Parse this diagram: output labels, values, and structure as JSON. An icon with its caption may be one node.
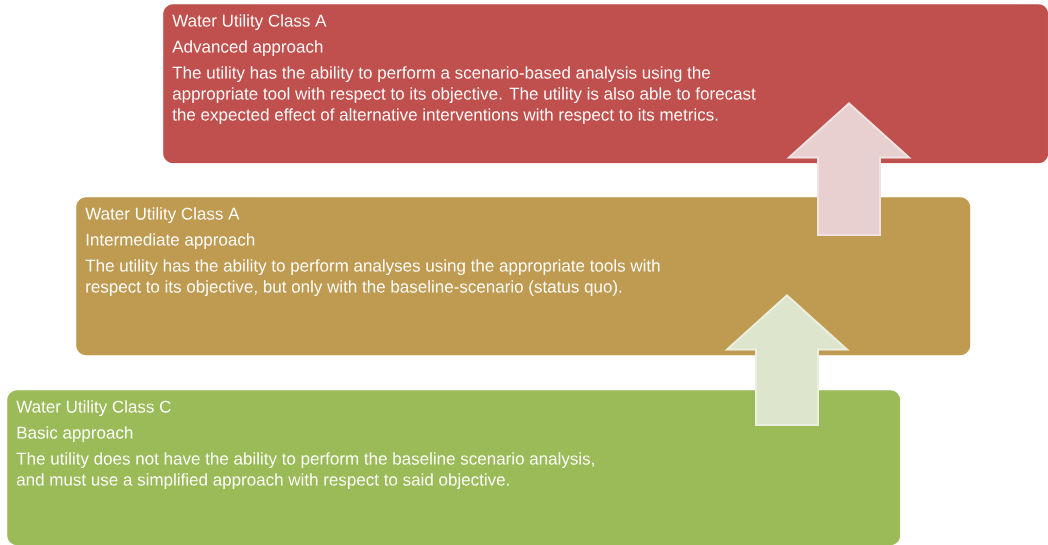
{
  "diagram": {
    "nodes": [
      {
        "text": [
          "Water Utility Class A",
          "Advanced approach",
          "The utility has the ability to perform a scenario-based analysis using the appropriate tool with respect to its objective. The utility is also able to forecast the expected effect of alternative interventions with respect to its metrics."
        ]
      },
      {
        "text": [
          "Water Utility Class A",
          "Intermediate approach",
          "The utility has the ability to perform analyses using the appropriate tools with respect to its objective, but only with the baseline-scenario (status quo)."
        ]
      },
      {
        "text": [
          "Water Utility Class C",
          "Basic approach",
          "The utility does not have the ability to perform the baseline scenario analysis, and must use a simplified approach with respect to said objective."
        ]
      }
    ],
    "edges": [
      {
        "from": 2,
        "to": 1,
        "arrow": "to",
        "color": "#dde5cc"
      },
      {
        "from": 1,
        "to": 0,
        "arrow": "to",
        "color": "#e8d0d1"
      }
    ]
  }
}
